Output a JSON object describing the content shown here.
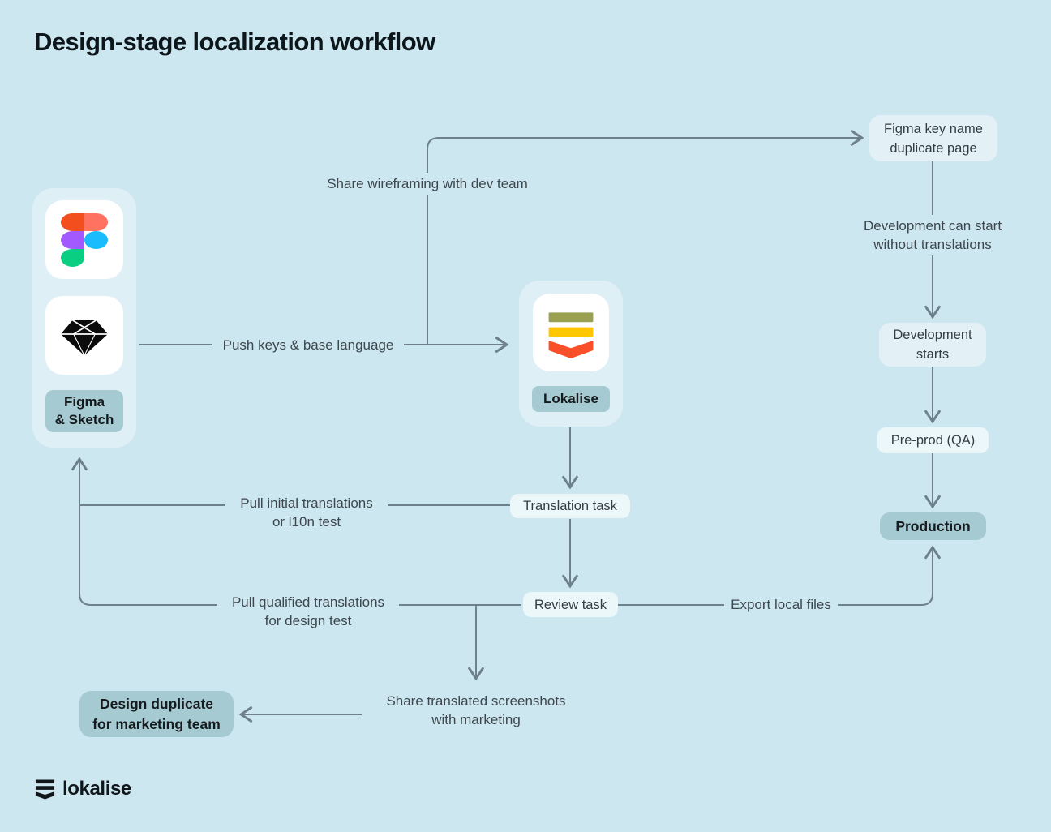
{
  "title": "Design-stage localization workflow",
  "tools": {
    "figma_sketch_badge": {
      "l1": "Figma",
      "l2": "& Sketch"
    },
    "lokalise_badge": "Lokalise"
  },
  "nodes": {
    "figma_key_name": {
      "l1": "Figma key name",
      "l2": "duplicate page"
    },
    "dev_can_start": {
      "l1": "Development can start",
      "l2": "without translations"
    },
    "dev_starts": {
      "l1": "Development",
      "l2": "starts"
    },
    "preprod": "Pre-prod (QA)",
    "production": "Production",
    "translation_task": "Translation task",
    "review_task": "Review task",
    "share_screenshots": {
      "l1": "Share translated screenshots",
      "l2": "with marketing"
    },
    "design_duplicate": {
      "l1": "Design duplicate",
      "l2": "for marketing team"
    }
  },
  "edges": {
    "push_keys": "Push keys & base language",
    "share_wireframing": "Share wireframing with dev team",
    "pull_initial": {
      "l1": "Pull initial translations",
      "l2": "or l10n test"
    },
    "pull_qualified": {
      "l1": "Pull qualified translations",
      "l2": "for design test"
    },
    "export_local": "Export local files"
  },
  "footer": {
    "wordmark": "lokalise"
  },
  "icons": {
    "figma": "figma-logo",
    "sketch": "sketch-diamond-logo",
    "lokalise_tile": "lokalise-mark-color",
    "lokalise_footer": "lokalise-mark-black"
  },
  "colors": {
    "background": "#cde7f0",
    "card": "#dfeff6",
    "node_light": "#e3f1f7",
    "node_pale": "#ecf7fa",
    "badge_teal": "#a6cad1",
    "line": "#6e8089",
    "text_dark": "#0d161b",
    "text_label": "#3d474d",
    "figma_red": "#f24e1e",
    "figma_salmon": "#ff7262",
    "figma_purple": "#a259ff",
    "figma_blue": "#1abcfe",
    "figma_green": "#0acf83",
    "lokalise_olive": "#9aa051",
    "lokalise_yellow": "#ffc702",
    "lokalise_orange": "#f9502a"
  }
}
